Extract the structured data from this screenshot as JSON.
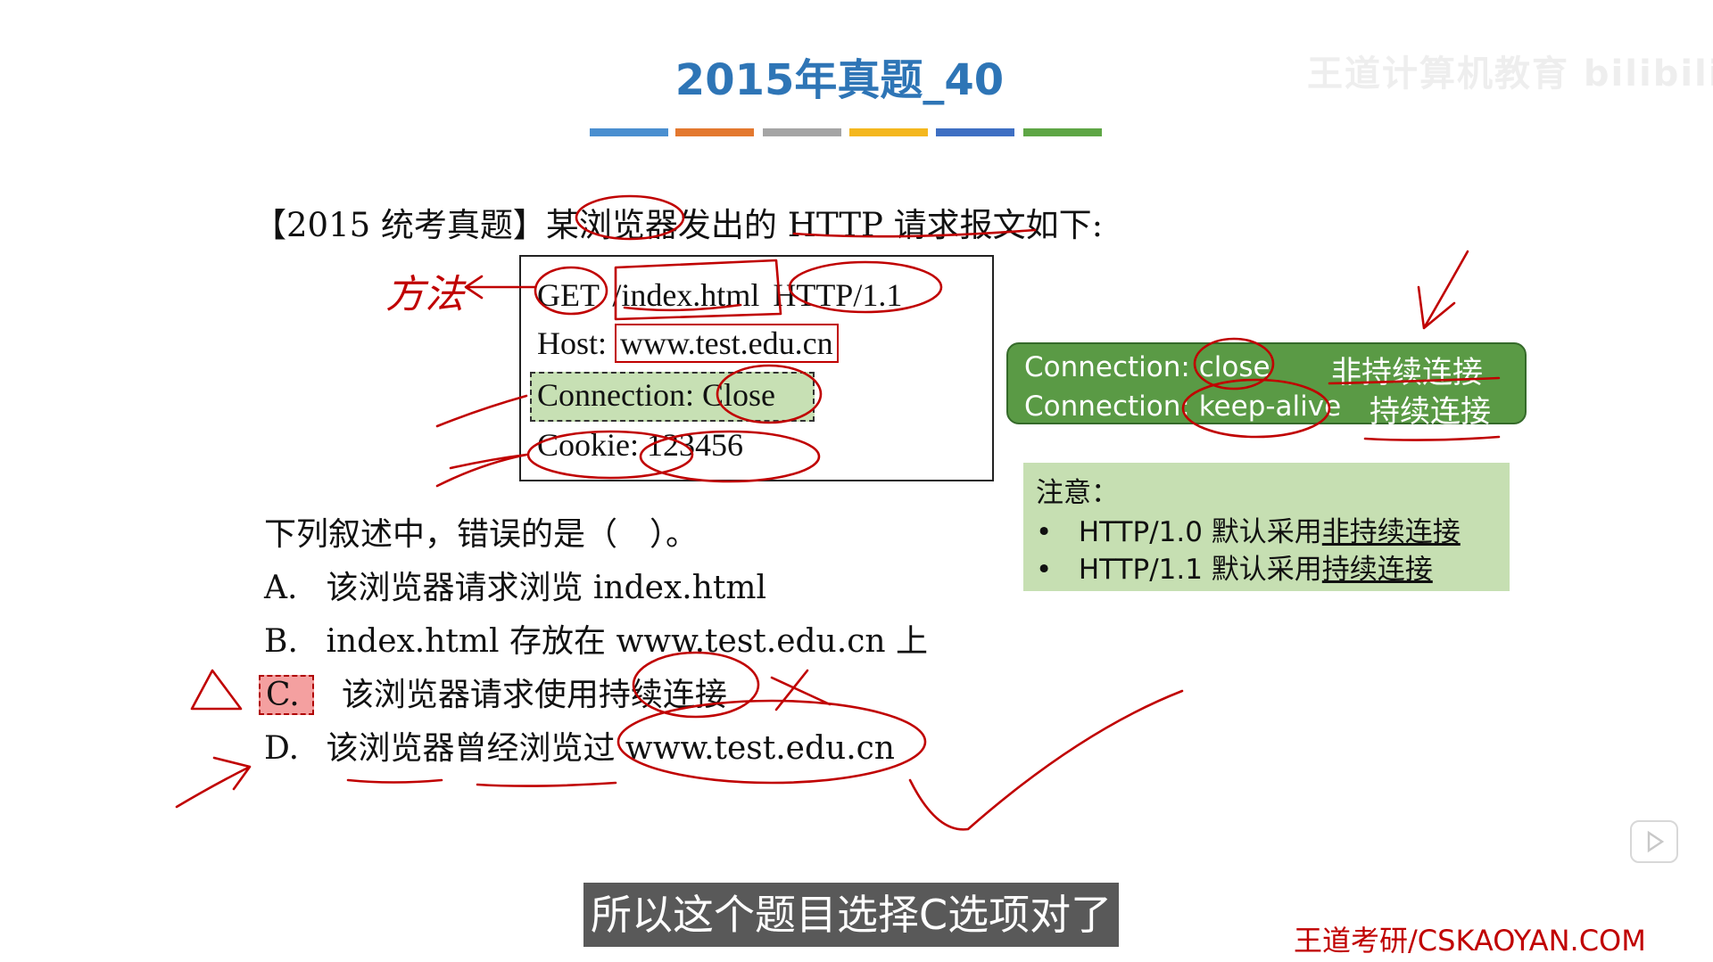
{
  "slide": {
    "title": "2015年真题_40",
    "color_bars": [
      "#4A8FD0",
      "#E3782F",
      "#A5A5A5",
      "#F4B71E",
      "#3E6FC3",
      "#5EA645"
    ]
  },
  "watermark": "王道计算机教育 bilibili",
  "question": {
    "header_prefix": "【2015 统考真题】某浏览器发出的 ",
    "header_http": "HTTP 请求报文",
    "header_suffix": "如下:",
    "stem": "下列叙述中，错误的是（　）。",
    "options": [
      {
        "letter": "A.",
        "text": "该浏览器请求浏览 index.html"
      },
      {
        "letter": "B.",
        "text": "index.html 存放在 www.test.edu.cn 上"
      },
      {
        "letter": "C.",
        "text": "该浏览器请求使用持续连接"
      },
      {
        "letter": "D.",
        "text": "该浏览器曾经浏览过 www.test.edu.cn"
      }
    ]
  },
  "http_message": {
    "method": "GET",
    "url": "/index.html",
    "version": "HTTP/1.1",
    "host_label": "Host:",
    "host_value": "www.test.edu.cn",
    "connection_label": "Connection:",
    "connection_value": "Close",
    "cookie_label": "Cookie:",
    "cookie_value": "123456"
  },
  "callout": {
    "row1_label": "Connection: ",
    "row1_value": "close",
    "row1_cn": "非持续连接",
    "row2_label": "Connection: ",
    "row2_value": "keep-alive",
    "row2_cn": "持续连接"
  },
  "note": {
    "title": "注意：",
    "item1_prefix": "HTTP/1.0 默认采用",
    "item1_underlined": "非持续连接",
    "item2_prefix": "HTTP/1.1 默认采用",
    "item2_underlined": "持续连接"
  },
  "annotations": {
    "method_note": "方法"
  },
  "subtitle": "所以这个题目选择C选项对了",
  "footer": "王道考研/CSKAOYAN.COM",
  "colors": {
    "title": "#2E75B6",
    "ink": "#C00000",
    "callout_bg": "#5A9A45",
    "note_bg": "#C6DFB2",
    "highlight_green": "#C7E0B4",
    "highlight_red": "#F4A0A0"
  },
  "icons": {
    "play": "play-icon",
    "bullet": "bullet-icon"
  }
}
